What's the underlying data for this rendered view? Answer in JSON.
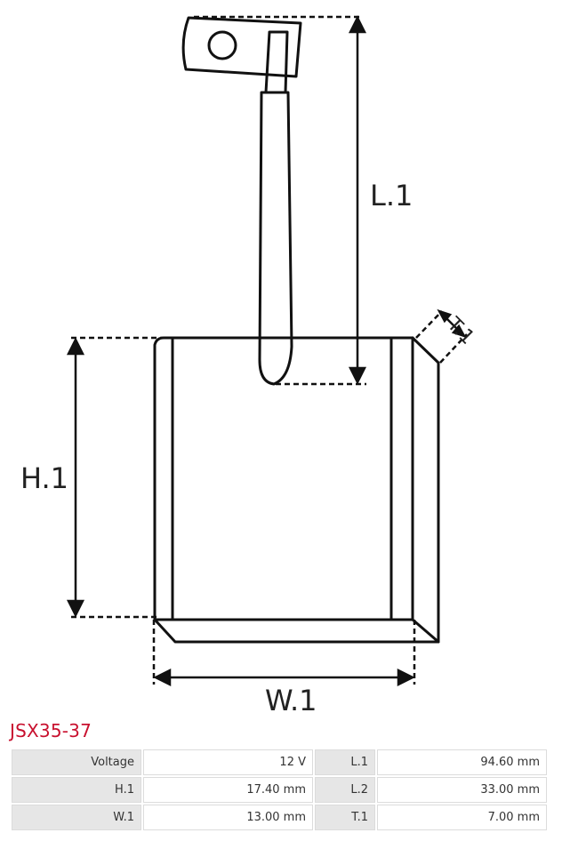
{
  "drawing": {
    "labels": {
      "l1": "L.1",
      "h1": "H.1",
      "w1": "W.1",
      "t1": "T.1"
    }
  },
  "product": {
    "code": "JSX35-37",
    "code_color": "#c8102e"
  },
  "specs": {
    "rows": [
      {
        "label_a": "Voltage",
        "value_a": "12 V",
        "label_b": "L.1",
        "value_b": "94.60 mm"
      },
      {
        "label_a": "H.1",
        "value_a": "17.40 mm",
        "label_b": "L.2",
        "value_b": "33.00 mm"
      },
      {
        "label_a": "W.1",
        "value_a": "13.00 mm",
        "label_b": "T.1",
        "value_b": "7.00 mm"
      }
    ]
  }
}
